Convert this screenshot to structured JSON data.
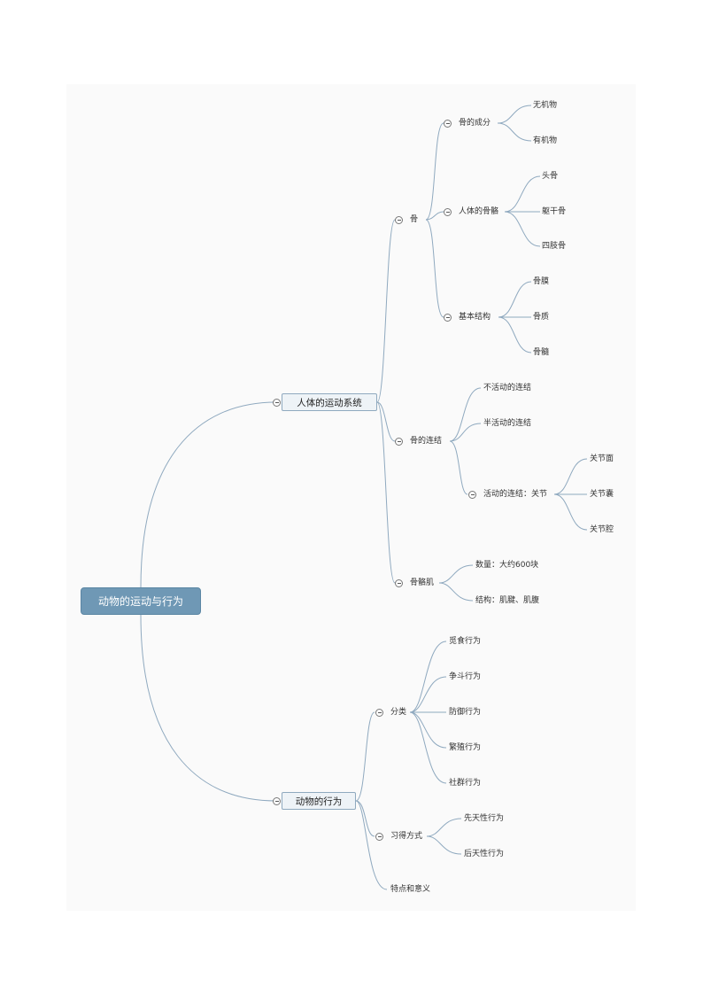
{
  "root": "动物的运动与行为",
  "branch1": {
    "label": "人体的运动系统",
    "gu": {
      "label": "骨",
      "chengfen": {
        "label": "骨的成分",
        "items": [
          "无机物",
          "有机物"
        ]
      },
      "guge": {
        "label": "人体的骨骼",
        "items": [
          "头骨",
          "躯干骨",
          "四肢骨"
        ]
      },
      "jiegou": {
        "label": "基本结构",
        "items": [
          "骨膜",
          "骨质",
          "骨髓"
        ]
      }
    },
    "lianjie": {
      "label": "骨的连结",
      "items": [
        "不活动的连结",
        "半活动的连结"
      ],
      "guanjie": {
        "label": "活动的连结：关节",
        "items": [
          "关节面",
          "关节囊",
          "关节腔"
        ]
      }
    },
    "guge_ji": {
      "label": "骨骼肌",
      "items": [
        "数量：大约600块",
        "结构：肌腱、肌腹"
      ]
    }
  },
  "branch2": {
    "label": "动物的行为",
    "fenlei": {
      "label": "分类",
      "items": [
        "觅食行为",
        "争斗行为",
        "防御行为",
        "繁殖行为",
        "社群行为"
      ]
    },
    "xide": {
      "label": "习得方式",
      "items": [
        "先天性行为",
        "后天性行为"
      ]
    },
    "tedian": "特点和意义"
  }
}
